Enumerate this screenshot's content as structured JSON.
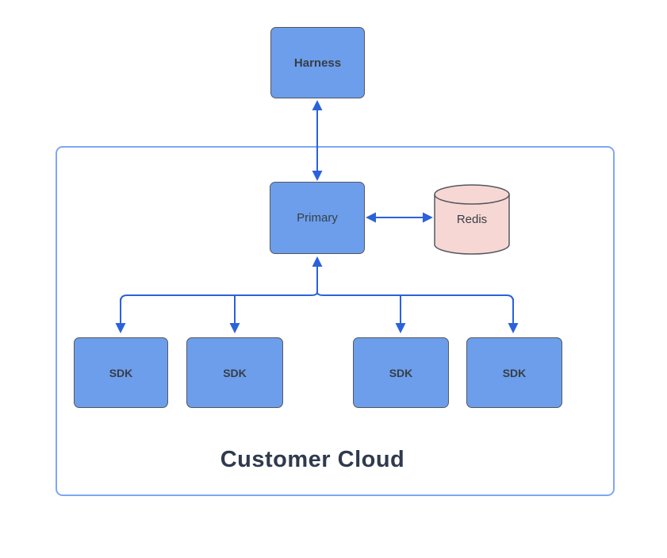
{
  "diagram": {
    "title": "Customer Cloud",
    "nodes": {
      "harness": {
        "label": "Harness",
        "shape": "rounded-rect",
        "fill": "#6d9eeb"
      },
      "primary": {
        "label": "Primary",
        "shape": "rounded-rect",
        "fill": "#6d9eeb"
      },
      "redis": {
        "label": "Redis",
        "shape": "cylinder",
        "fill": "#f7d7d4"
      },
      "sdks": [
        {
          "label": "SDK"
        },
        {
          "label": "SDK"
        },
        {
          "label": "SDK"
        },
        {
          "label": "SDK"
        }
      ]
    },
    "edges": [
      {
        "from": "Harness",
        "to": "Primary",
        "direction": "bidirectional"
      },
      {
        "from": "Primary",
        "to": "Redis",
        "direction": "bidirectional"
      },
      {
        "from": "fan-out bus",
        "to": "Primary",
        "direction": "up"
      },
      {
        "from": "fan-out bus",
        "to": "SDK 1",
        "direction": "down"
      },
      {
        "from": "fan-out bus",
        "to": "SDK 2",
        "direction": "down"
      },
      {
        "from": "fan-out bus",
        "to": "SDK 3",
        "direction": "down"
      },
      {
        "from": "fan-out bus",
        "to": "SDK 4",
        "direction": "down"
      }
    ],
    "colors": {
      "node-blue": "#6d9eeb",
      "node-border": "#54585e",
      "arrow-blue": "#2b62d9",
      "container-border": "#7ea7f4",
      "redis-fill": "#f7d7d4",
      "label-color": "#373e47",
      "title-color": "#2f3a4d",
      "canvas-bg": "#ffffff"
    }
  }
}
